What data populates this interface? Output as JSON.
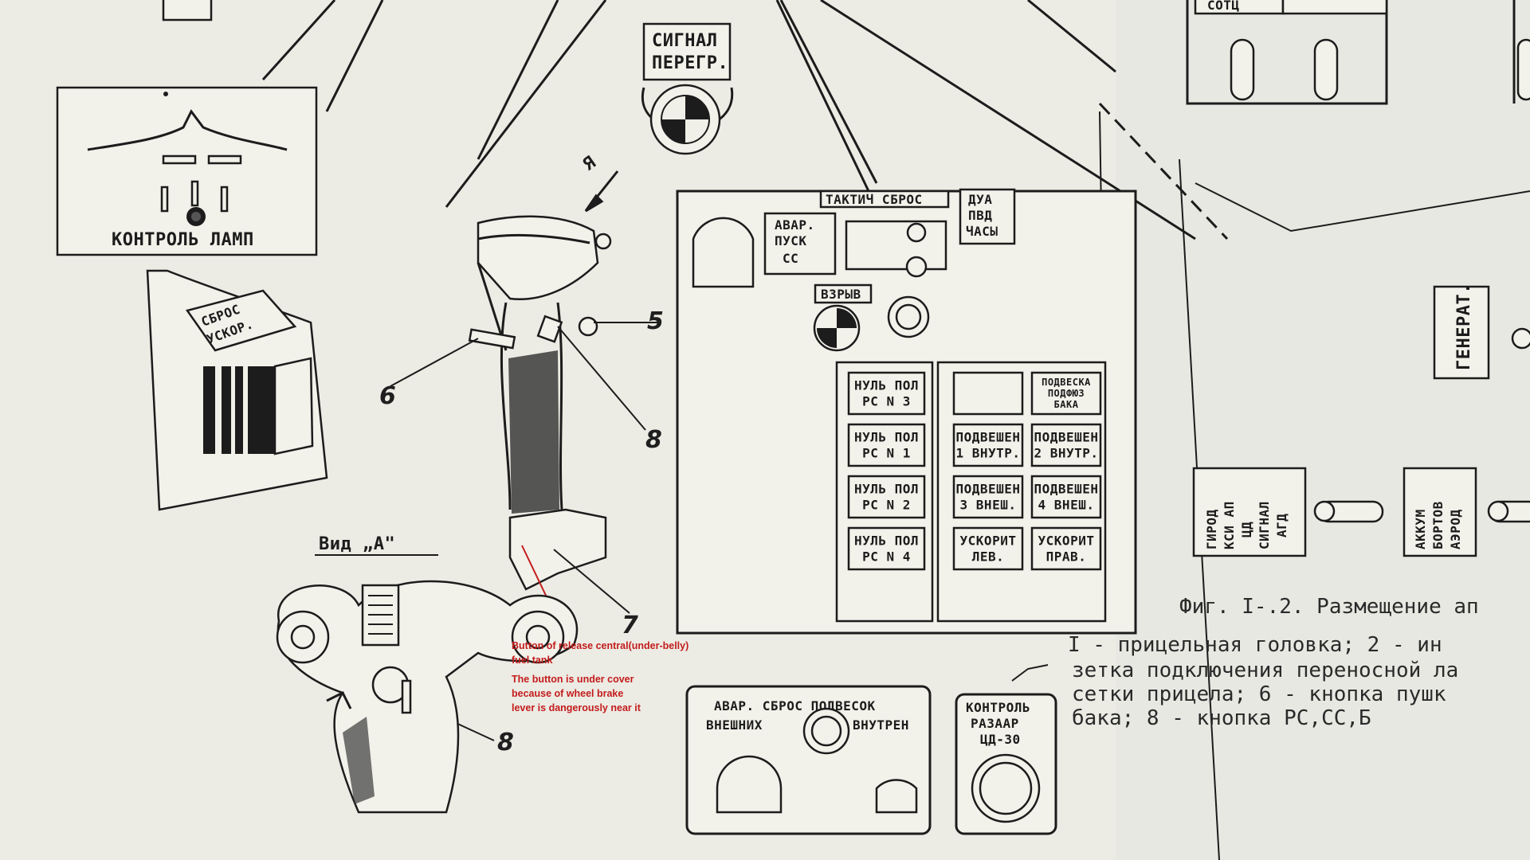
{
  "labels": {
    "kontrol_lamp": "КОНТРОЛЬ ЛАМП",
    "sbros_uskor_1": "СБРОС",
    "sbros_uskor_2": "УСКОР.",
    "signal_1": "СИГНАЛ",
    "signal_2": "ПЕРЕГР.",
    "ya_letter": "Я",
    "takt_sbros": "ТАКТИЧ СБРОС",
    "avar_pusk_1": "АВАР.",
    "avar_pusk_2": "ПУСК",
    "avar_pusk_3": "СС",
    "dua_1": "ДУА",
    "dua_2": "ПВД",
    "dua_3": "ЧАСЫ",
    "vzryv": "ВЗРЫВ",
    "vid_a": "Вид „А\"",
    "generat": "ГЕНЕРАТ.",
    "girod_1": "ГИРОД",
    "girod_2": "КСИ АП",
    "girod_3": "ЦД",
    "girod_4": "СИГНАЛ",
    "girod_5": "АГД",
    "akkum_1": "АККУМ",
    "akkum_2": "БОРТОВ",
    "akkum_3": "АЭРОД",
    "sortc": "СОТЦ",
    "avar_sbros_1": "АВАР. СБРОС ПОДВЕСОК",
    "avar_sbros_vnesh": "ВНЕШНИХ",
    "avar_sbros_vnutr": "ВНУТРЕН",
    "kontrol_r_1": "КОНТРОЛЬ",
    "kontrol_r_2": "РАЗААР",
    "kontrol_r_3": "ЦД-30"
  },
  "panel_buttons": [
    [
      "НУЛЬ ПОЛ",
      "РС N 3"
    ],
    [
      "",
      ""
    ],
    [
      "ПОДВЕСКА",
      "ПОДФЮЗ",
      "БАКА"
    ],
    [
      "НУЛЬ ПОЛ",
      "РС N 1"
    ],
    [
      "ПОДВЕШЕН",
      "1 ВНУТР."
    ],
    [
      "ПОДВЕШЕН",
      "2 ВНУТР."
    ],
    [
      "НУЛЬ ПОЛ",
      "РС N 2"
    ],
    [
      "ПОДВЕШЕН",
      "3 ВНЕШ."
    ],
    [
      "ПОДВЕШЕН",
      "4 ВНЕШ."
    ],
    [
      "НУЛЬ ПОЛ",
      "РС N 4"
    ],
    [
      "УСКОРИТ",
      "ЛЕВ."
    ],
    [
      "УСКОРИТ",
      "ПРАВ."
    ]
  ],
  "callouts": {
    "n5": "5",
    "n6": "6",
    "n7": "7",
    "n8a": "8",
    "n8b": "8"
  },
  "caption": {
    "line1": "Фиг. I-.2. Размещение ап",
    "line2": "I - прицельная головка; 2 - ин",
    "line3": "зетка подключения переносной ла",
    "line4": "сетки прицела; 6 - кнопка пушк",
    "line5": "бака; 8 - кнопка РС,СС,Б"
  },
  "annotation": {
    "line1": "Button of release central(under-belly)",
    "line2": "fuel tank",
    "line3": "The button is under cover",
    "line4": "because of wheel brake",
    "line5": "lever is dangerously near it"
  },
  "colors": {
    "paper": "#ecebe4",
    "ink": "#1c1c1c",
    "annotation": "#c31c1c"
  }
}
